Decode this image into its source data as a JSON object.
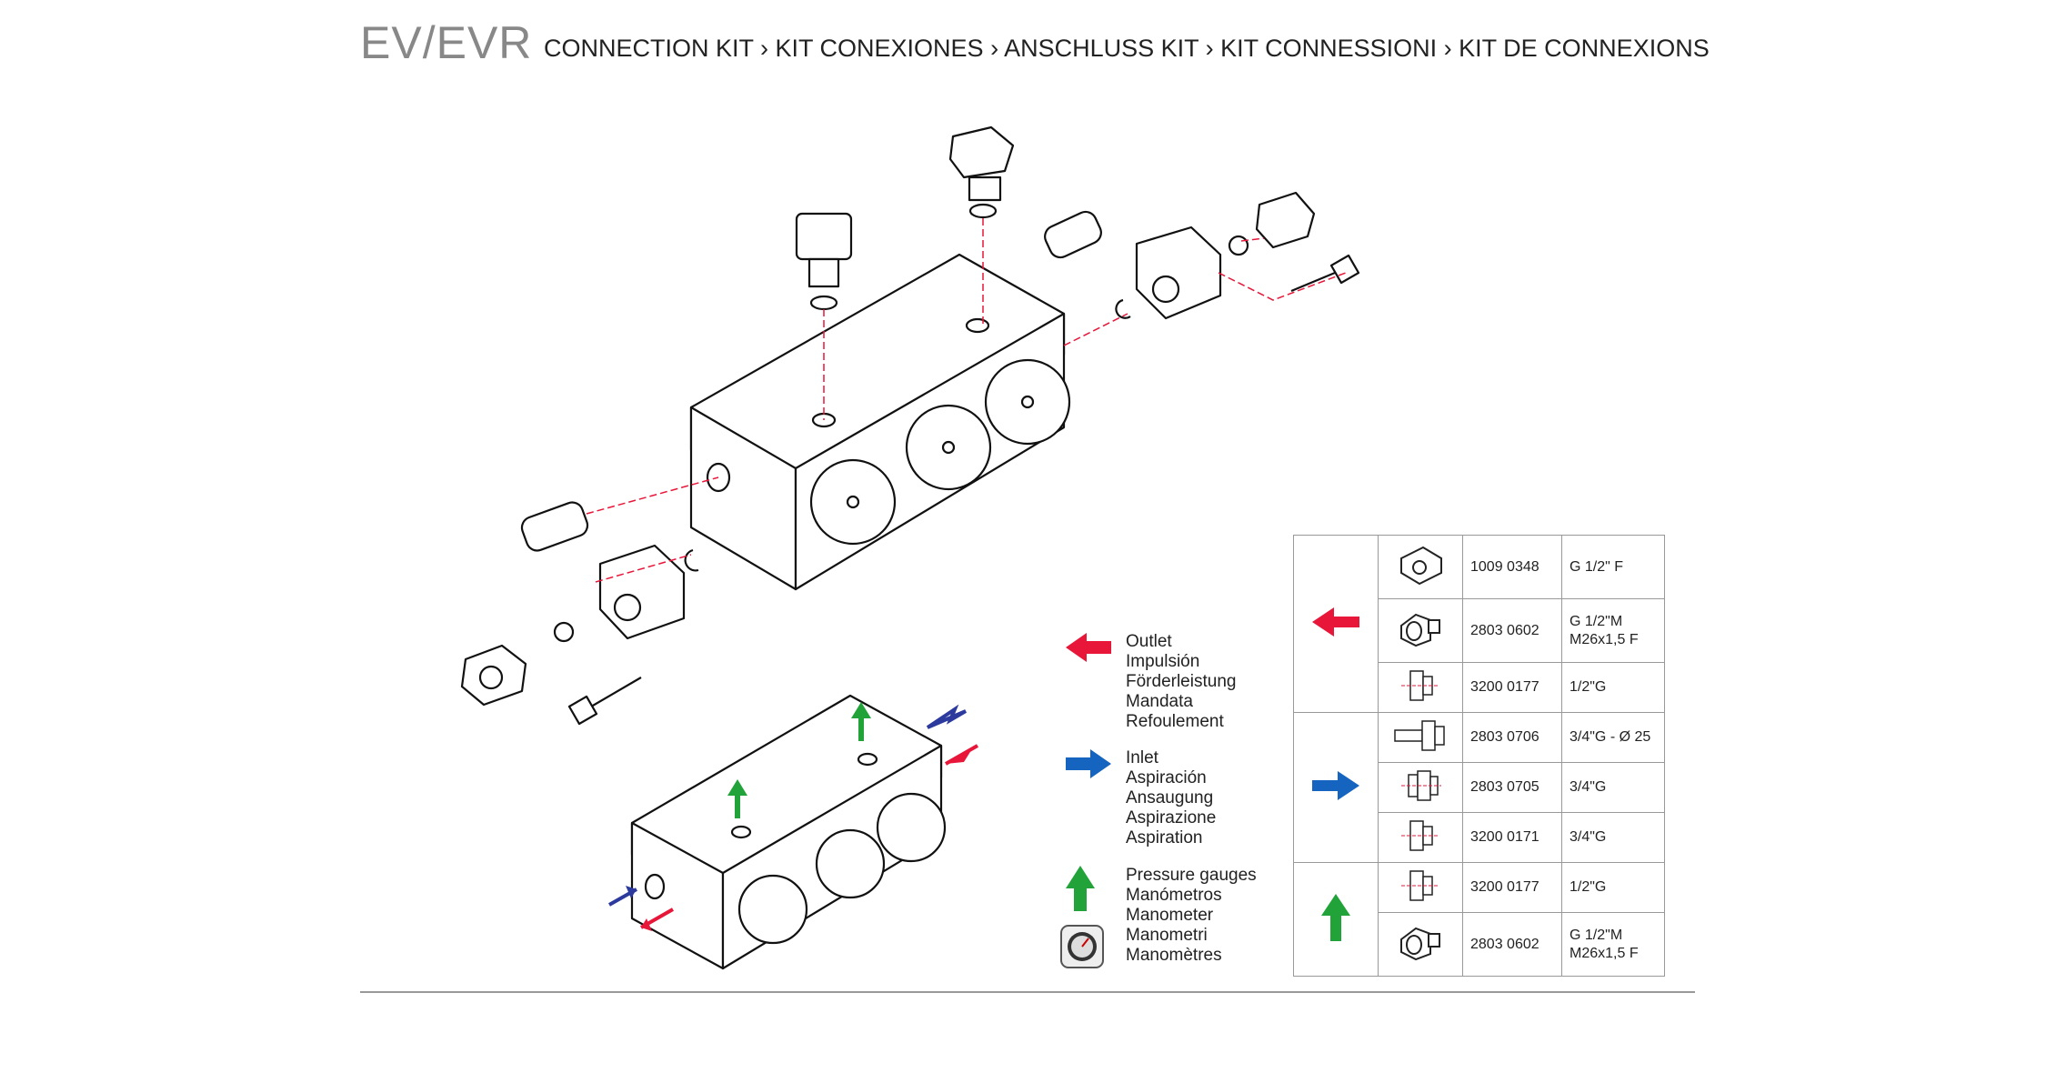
{
  "header": {
    "model": "EV/EVR",
    "title": "CONNECTION KIT › KIT CONEXIONES › ANSCHLUSS KIT › KIT CONNESSIONI › KIT DE CONNEXIONS"
  },
  "legend": [
    {
      "arrow": "red-arrow-icon",
      "color": "#e8173a",
      "lines": [
        "Outlet",
        "Impulsión",
        "Förderleistung",
        "Mandata",
        "Refoulement"
      ]
    },
    {
      "arrow": "blue-arrow-icon",
      "color": "#1565c0",
      "lines": [
        "Inlet",
        "Aspiración",
        "Ansaugung",
        "Aspirazione",
        "Aspiration"
      ]
    },
    {
      "arrow": "green-arrow-icon",
      "color": "#22a33a",
      "lines": [
        "Pressure gauges",
        "Manómetros",
        "Manometer",
        "Manometri",
        "Manomètres"
      ]
    }
  ],
  "kit_table": {
    "groups": [
      {
        "arrow": "outlet",
        "color": "#e8173a",
        "rows": [
          {
            "icon": "flange-icon",
            "code": "1009 0348",
            "desc": [
              "G 1/2\" F"
            ]
          },
          {
            "icon": "adapter-nut-icon",
            "code": "2803 0602",
            "desc": [
              "G 1/2\"M",
              "M26x1,5 F"
            ]
          },
          {
            "icon": "fitting-icon",
            "code": "3200 0177",
            "desc": [
              "1/2\"G"
            ]
          }
        ]
      },
      {
        "arrow": "inlet",
        "color": "#1565c0",
        "rows": [
          {
            "icon": "hose-tail-icon",
            "code": "2803 0706",
            "desc": [
              "3/4\"G - Ø 25"
            ]
          },
          {
            "icon": "fitting-icon",
            "code": "2803 0705",
            "desc": [
              "3/4\"G"
            ]
          },
          {
            "icon": "fitting-icon",
            "code": "3200 0171",
            "desc": [
              "3/4\"G"
            ]
          }
        ]
      },
      {
        "arrow": "gauge",
        "color": "#22a33a",
        "rows": [
          {
            "icon": "fitting-icon",
            "code": "3200 0177",
            "desc": [
              "1/2\"G"
            ]
          },
          {
            "icon": "adapter-nut-icon",
            "code": "2803 0602",
            "desc": [
              "G 1/2\"M",
              "M26x1,5 F"
            ]
          }
        ]
      }
    ]
  }
}
